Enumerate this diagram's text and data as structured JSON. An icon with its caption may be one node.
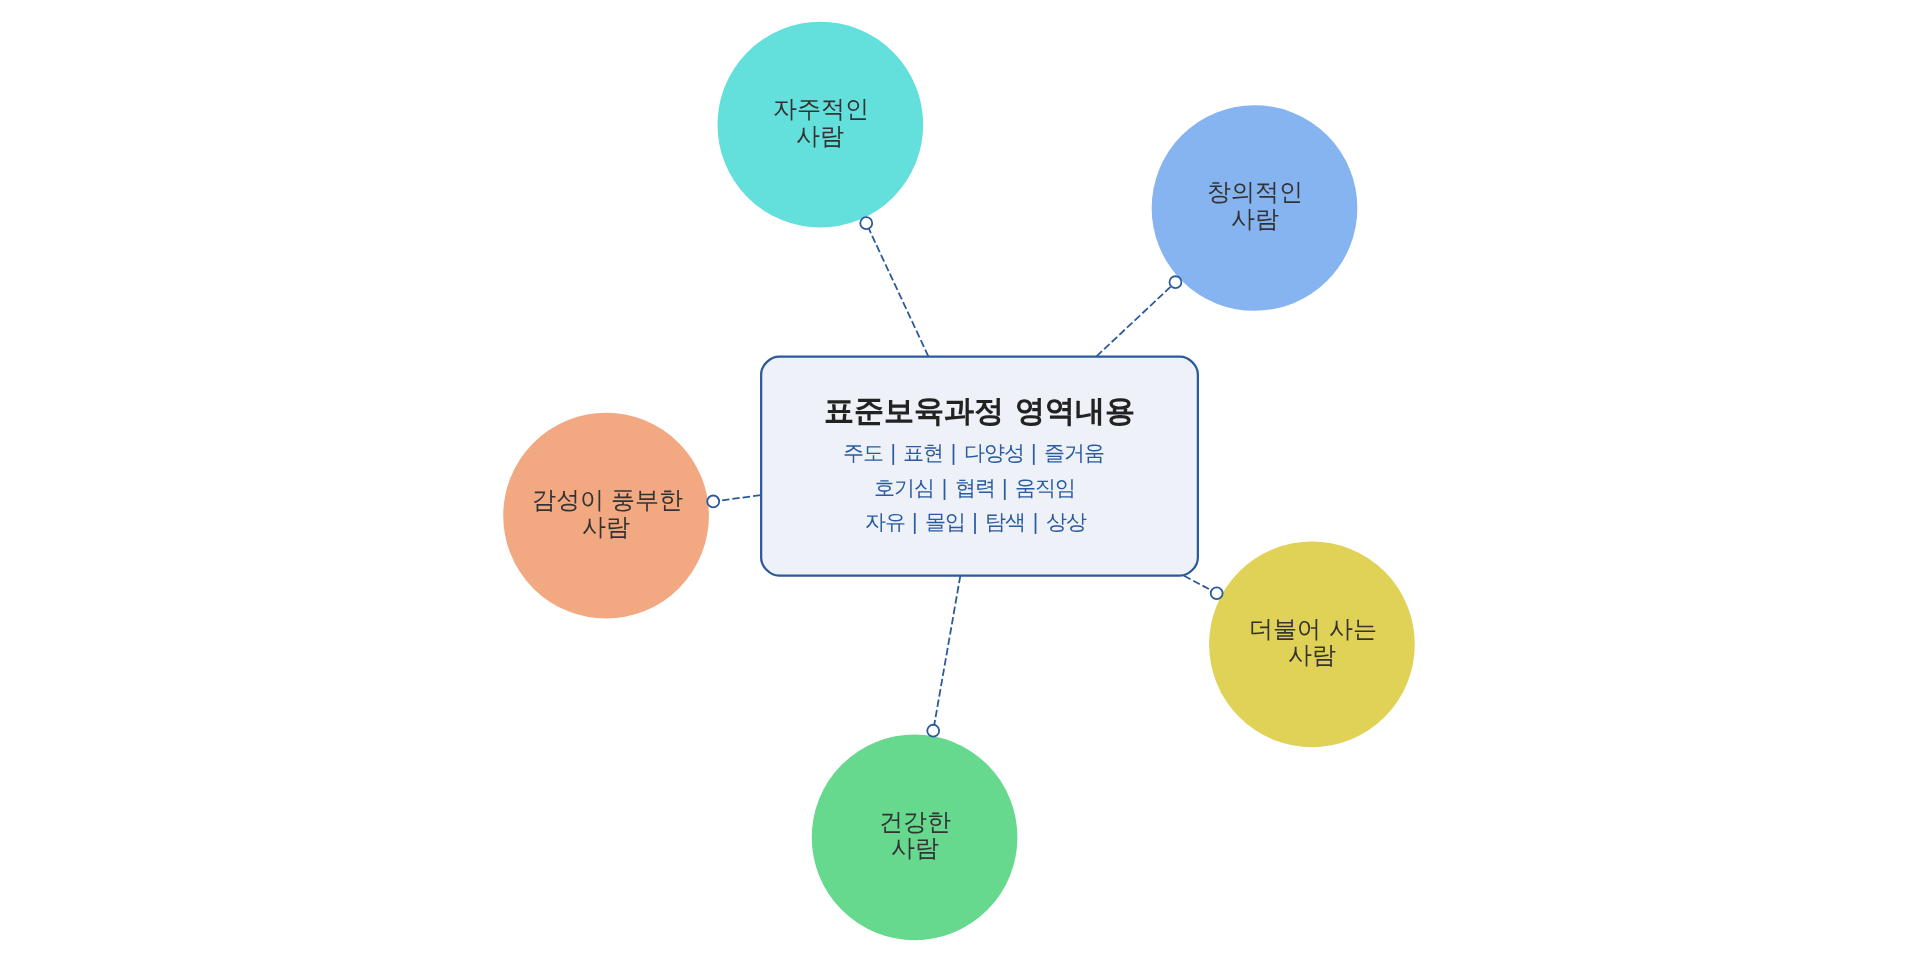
{
  "diagram": {
    "nodes": [
      {
        "text": [
          "감성이 풍부한 사람"
        ]
      },
      {
        "text": [
          "더불어 사는 사람"
        ]
      },
      {
        "text": [
          "건강한 사람"
        ]
      },
      {
        "text": [
          "자주적인 사람"
        ]
      },
      {
        "text": [
          "창의적인 사람"
        ]
      },
      {
        "text": [
          "표준보육과정 영역내용",
          "주도 | 표현 | 다양성 | 즐거움",
          "호기심 | 협력 | 움직임",
          "자유 | 몰입 | 탐색 | 상상"
        ]
      }
    ],
    "edges": [
      {
        "from": 5,
        "to": 0,
        "arrow": "other",
        "style": "dashed"
      },
      {
        "from": 5,
        "to": 1,
        "arrow": "other",
        "style": "dashed"
      },
      {
        "from": 5,
        "to": 2,
        "arrow": "other",
        "style": "dashed"
      },
      {
        "from": 5,
        "to": 3,
        "arrow": "other",
        "style": "dashed"
      },
      {
        "from": 5,
        "to": 4,
        "arrow": "other",
        "style": "dashed"
      }
    ]
  }
}
